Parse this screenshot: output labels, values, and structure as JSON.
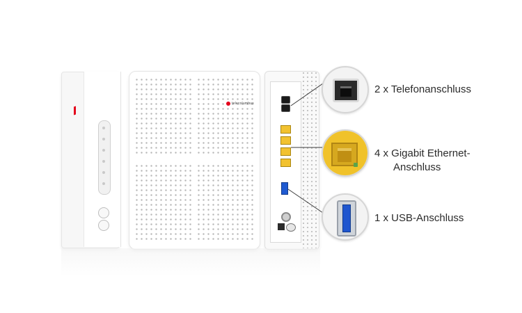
{
  "product": {
    "brand_logo_text": "telecolumbus",
    "brand_color": "#e4001b",
    "port_colors": {
      "ethernet": "#f2c230",
      "usb": "#1f5ad1",
      "telephone": "#1a1a1a"
    }
  },
  "features": [
    {
      "label": "2 x Telefonanschluss",
      "icon": "rj11-telephone-jack-icon"
    },
    {
      "label_line1": "4 x Gigabit Ethernet-",
      "label_line2": "Anschluss",
      "icon": "rj45-ethernet-port-icon"
    },
    {
      "label": "1 x USB-Anschluss",
      "icon": "usb-port-icon"
    }
  ]
}
